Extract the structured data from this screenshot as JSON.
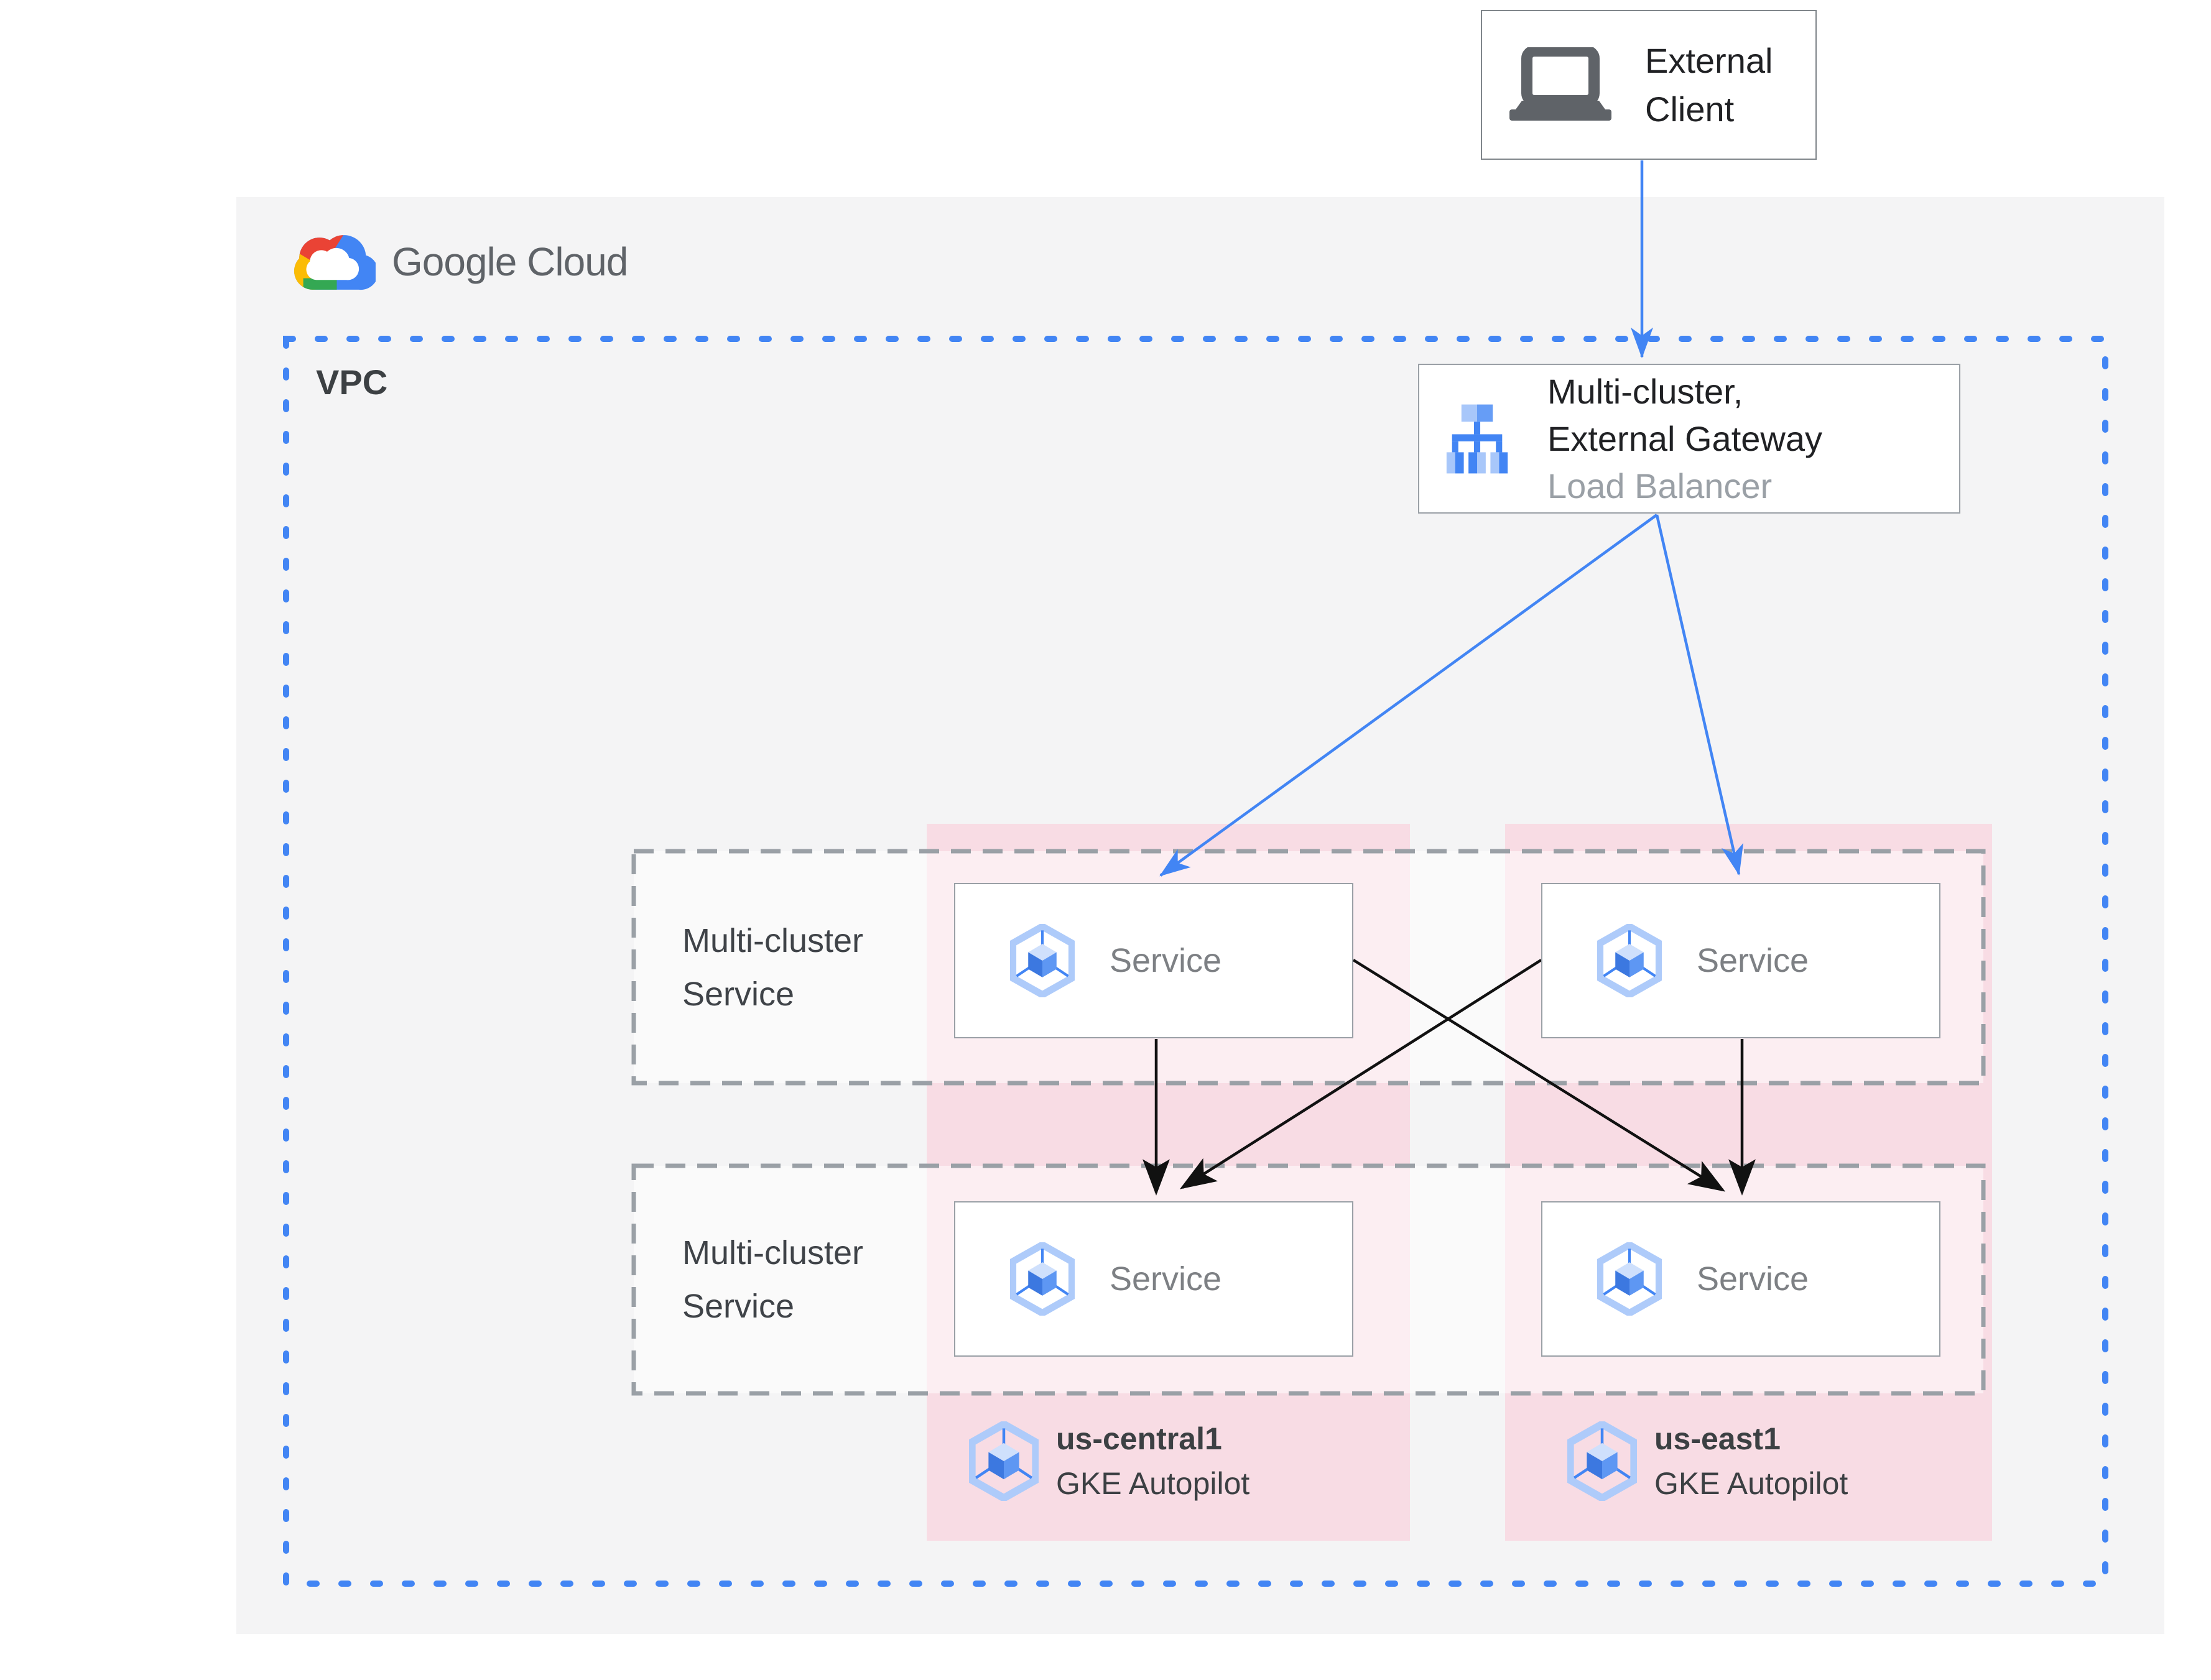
{
  "logo": {
    "text": "Google Cloud"
  },
  "vpc": {
    "label": "VPC"
  },
  "external_client": {
    "line1": "External",
    "line2": "Client"
  },
  "load_balancer": {
    "title_line1": "Multi-cluster,",
    "title_line2": "External Gateway",
    "subtitle": "Load Balancer"
  },
  "service_rows": [
    {
      "scope_line1": "Multi-cluster",
      "scope_line2": "Service",
      "services": [
        {
          "label": "Service"
        },
        {
          "label": "Service"
        }
      ]
    },
    {
      "scope_line1": "Multi-cluster",
      "scope_line2": "Service",
      "services": [
        {
          "label": "Service"
        },
        {
          "label": "Service"
        }
      ]
    }
  ],
  "clusters": [
    {
      "region": "us-central1",
      "platform": "GKE Autopilot"
    },
    {
      "region": "us-east1",
      "platform": "GKE Autopilot"
    }
  ],
  "icons": {
    "logo": "google-cloud-logo-icon",
    "client": "laptop-icon",
    "load_balancer": "load-balancer-icon",
    "service": "gke-hexagon-icon"
  },
  "colors": {
    "accent_blue": "#4285f4",
    "arrow_black": "#111111",
    "pink_band": "#f8dce4",
    "panel_gray": "#f4f4f5",
    "dash_gray": "#9aa0a6",
    "text_dark": "#202124",
    "text_gray": "#7d8084",
    "label_dark": "#3c4043",
    "logo_red": "#ea4335",
    "logo_yellow": "#fbbc05",
    "logo_green": "#34a853",
    "logo_blue": "#4285f4"
  }
}
